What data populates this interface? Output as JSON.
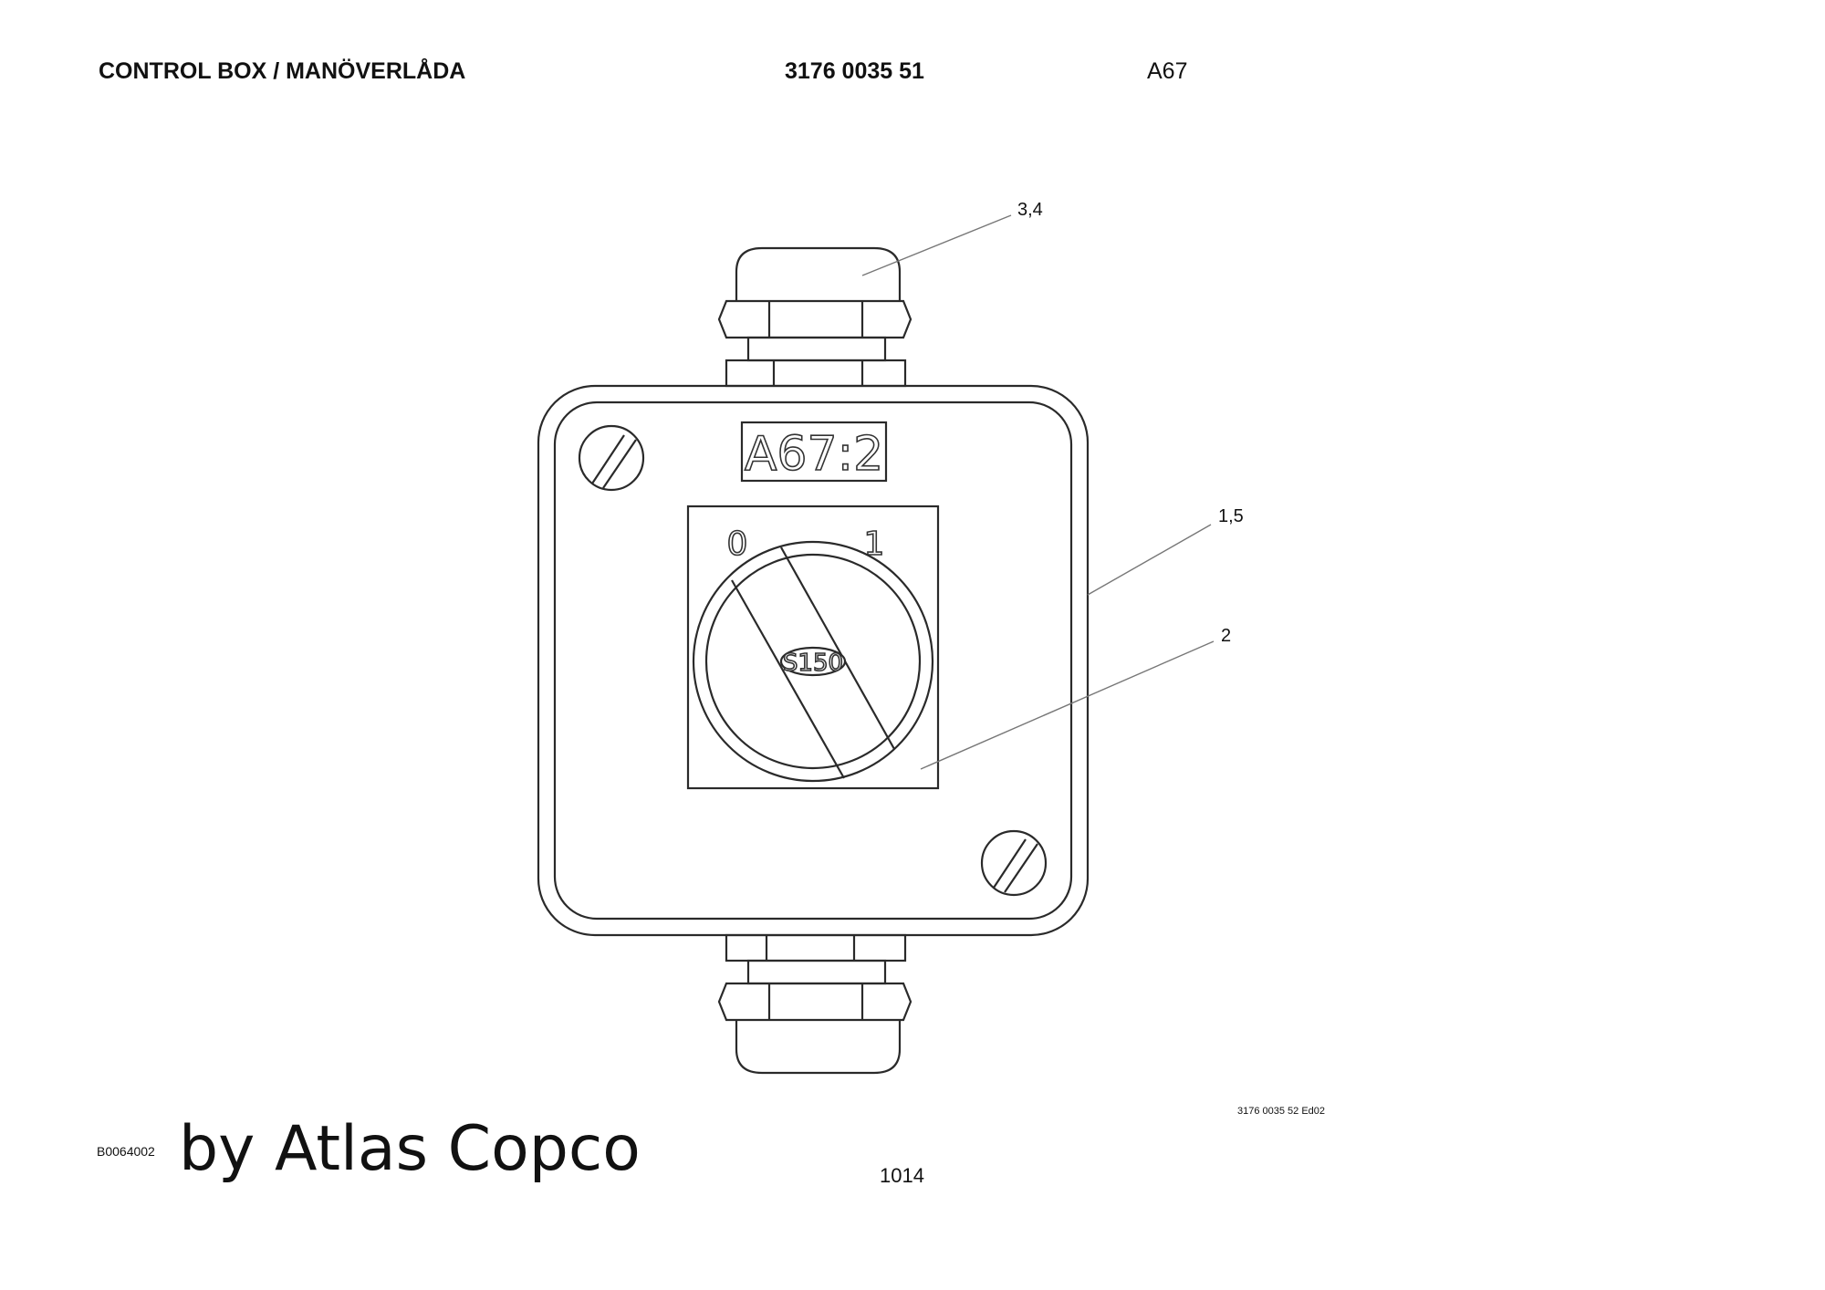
{
  "header": {
    "title": "CONTROL BOX / MANÖVERLÅDA",
    "part_number": "3176 0035 51",
    "section": "A67"
  },
  "drawing": {
    "nameplate": "A67:2",
    "switch_positions": [
      "0",
      "1"
    ],
    "switch_label": "S150",
    "callouts": [
      "3,4",
      "1,5",
      "2"
    ]
  },
  "footer": {
    "drawing_ref": "3176 0035 52 Ed02",
    "drawing_code": "B0064002",
    "brand": "by Atlas Copco",
    "page_number": "1014"
  }
}
